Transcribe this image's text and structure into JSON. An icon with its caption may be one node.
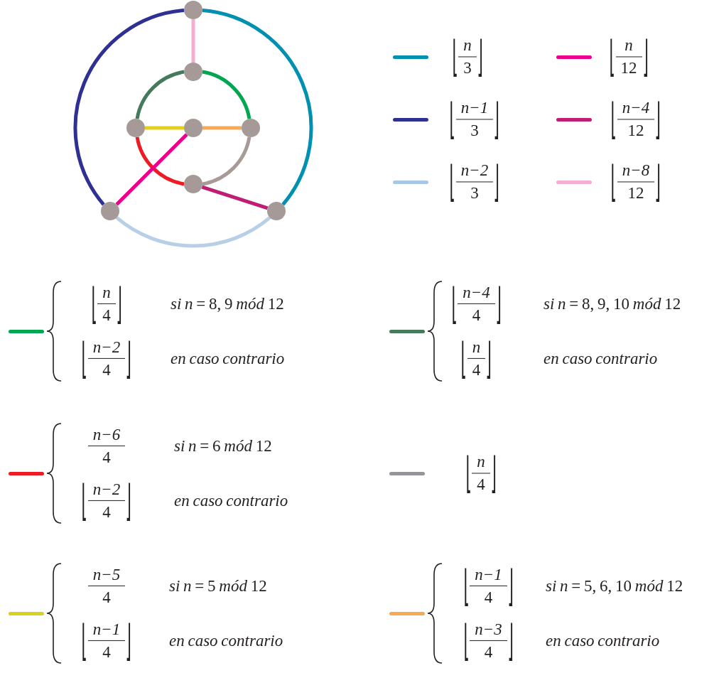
{
  "diagram": {
    "nodes": [
      {
        "text": [],
        "shape": "circle"
      },
      {
        "text": [],
        "shape": "circle"
      },
      {
        "text": [],
        "shape": "circle"
      },
      {
        "text": [],
        "shape": "circle"
      },
      {
        "text": [],
        "shape": "circle"
      },
      {
        "text": [],
        "shape": "circle"
      },
      {
        "text": [],
        "shape": "circle"
      },
      {
        "text": [],
        "shape": "circle"
      }
    ],
    "edges": [
      {
        "from": 0,
        "to": 6,
        "arrow": "none",
        "color": "#2e3192"
      },
      {
        "from": 0,
        "to": 7,
        "arrow": "none",
        "color": "#0090b0"
      },
      {
        "from": 0,
        "to": 1,
        "arrow": "none",
        "color": "#f4afd0"
      },
      {
        "from": 1,
        "to": 2,
        "arrow": "none",
        "color": "#457a5c"
      },
      {
        "from": 1,
        "to": 4,
        "arrow": "none",
        "color": "#00a650"
      },
      {
        "from": 2,
        "to": 3,
        "arrow": "none",
        "color": "#e3cf1e"
      },
      {
        "from": 3,
        "to": 4,
        "arrow": "none",
        "color": "#f7a956"
      },
      {
        "from": 2,
        "to": 5,
        "arrow": "none",
        "color": "#ed1c24"
      },
      {
        "from": 4,
        "to": 5,
        "arrow": "none",
        "color": "#a89a97"
      },
      {
        "from": 3,
        "to": 6,
        "arrow": "none",
        "color": "#ec008c"
      },
      {
        "from": 5,
        "to": 7,
        "arrow": "none",
        "color": "#be1e73"
      },
      {
        "from": 6,
        "to": 7,
        "arrow": "none",
        "color": "#b8cfe8"
      }
    ],
    "legend": [
      {
        "text": "⌊$^{n}$$_{3}$⌋",
        "color": "#0090b0"
      },
      {
        "text": "⌊$^{n}$$_{12}$⌋",
        "color": "#ec008c"
      },
      {
        "text": "⌊$^{n−1}$$_{3}$⌋",
        "color": "#2e3192"
      },
      {
        "text": "⌊$^{n−4}$$_{12}$⌋",
        "color": "#be1e73"
      },
      {
        "text": "⌊$^{n−2}$$_{3}$⌋",
        "color": "#a7c7e7"
      },
      {
        "text": "⌊$^{n−8}$$_{12}$⌋",
        "color": "#f4afd0"
      },
      {
        "text": "⌊$^{n}$$_{4}$⌋ *si n* = 8, 9 *mód* 12 ⌊$^{n−2}$$_{4}$⌋ *en caso contrario*",
        "color": "#00a650"
      },
      {
        "text": "⌊$^{n−4}$$_{4}$⌋ *si n* = 8, 9, 10 *mód* 12 ⌊$^{n}$$_{4}$⌋ *en caso contrario*",
        "color": "#457a5c"
      },
      {
        "text": "$^{n−6}$$_{4}$ *si n* = 6 *mód* 12 ⌊$^{n−2}$$_{4}$⌋ *en caso contrario*",
        "color": "#ed1c24"
      },
      {
        "text": "⌊$^{n}$$_{4}$⌋",
        "color": "#939598"
      },
      {
        "text": "$^{n−5}$$_{4}$ *si n* = 5 *mód* 12 ⌊$^{n−1}$$_{4}$⌋ *en caso contrario*",
        "color": "#dccf1e"
      },
      {
        "text": "⌊$^{n−1}$$_{4}$⌋ *si n* = 5, 6, 10 *mód* 12 ⌊$^{n−3}$$_{4}$⌋ *en caso contrario*",
        "color": "#f7a956"
      }
    ]
  }
}
